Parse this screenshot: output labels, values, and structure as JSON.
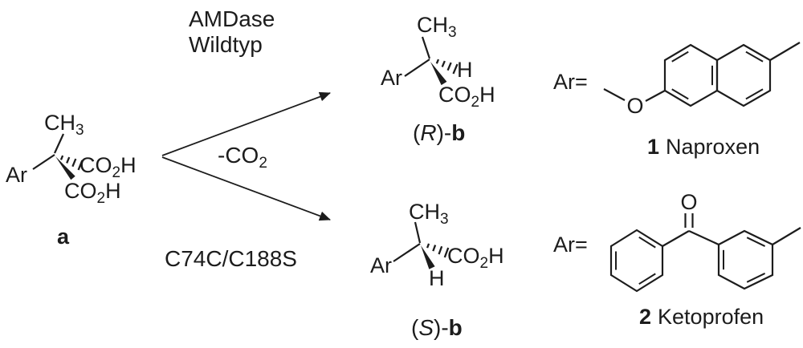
{
  "scheme": {
    "enzyme_top": {
      "line1": "AMDase",
      "line2": "Wildtyp"
    },
    "enzyme_bottom": "C74C/C188S",
    "arrow_label": "-CO₂",
    "substrate": {
      "ch3": "CH₃",
      "ar": "Ar",
      "co2h_hashed": "CO₂H",
      "co2h_wedge": "CO₂H",
      "label": "a"
    },
    "product_r": {
      "ch3": "CH₃",
      "ar": "Ar",
      "h": "H",
      "co2h": "CO₂H",
      "label": {
        "open": "(",
        "stereo": "R",
        "close": ")-",
        "compound": "b"
      }
    },
    "product_s": {
      "ch3": "CH₃",
      "ar": "Ar",
      "h": "H",
      "co2h": "CO₂H",
      "label": {
        "open": "(",
        "stereo": "S",
        "close": ")-",
        "compound": "b"
      }
    },
    "aryl_1": {
      "ar_eq": "Ar=",
      "o": "O",
      "caption": {
        "num": "1",
        "name": "Naproxen"
      }
    },
    "aryl_2": {
      "ar_eq": "Ar=",
      "o": "O",
      "caption": {
        "num": "2",
        "name": "Ketoprofen"
      }
    }
  },
  "colors": {
    "ink": "#1c1c1c",
    "background": "#ffffff"
  }
}
